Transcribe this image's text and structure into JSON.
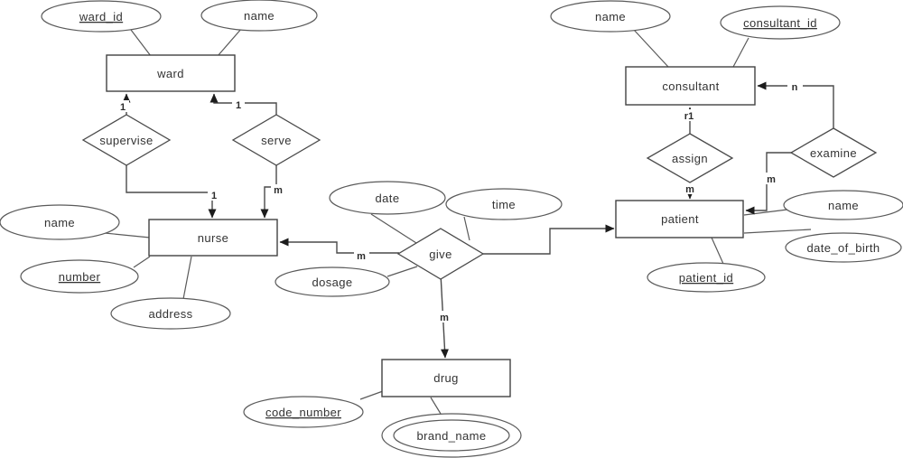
{
  "diagram": {
    "type": "entity-relationship",
    "entities": {
      "ward": "ward",
      "nurse": "nurse",
      "consultant": "consultant",
      "patient": "patient",
      "drug": "drug"
    },
    "relationships": {
      "supervise": "supervise",
      "serve": "serve",
      "give": "give",
      "assign": "assign",
      "examine": "examine"
    },
    "attributes": {
      "ward_id": "ward_id",
      "ward_name": "name",
      "nurse_name": "name",
      "nurse_number": "number",
      "nurse_address": "address",
      "give_date": "date",
      "give_time": "time",
      "give_dosage": "dosage",
      "consultant_name": "name",
      "consultant_id": "consultant_id",
      "patient_name": "name",
      "patient_dob": "date_of_birth",
      "patient_id": "patient_id",
      "drug_code_number": "code_number",
      "drug_brand_name": "brand_name"
    },
    "key_attributes": [
      "ward_id",
      "number",
      "consultant_id",
      "patient_id",
      "code_number"
    ],
    "multivalued_attributes": [
      "brand_name"
    ],
    "cardinalities": {
      "supervise_ward": "1",
      "serve_ward": "1",
      "supervise_nurse": "1",
      "serve_nurse": "m",
      "give_nurse": "m",
      "give_drug": "m",
      "assign_consultant": "r1",
      "assign_patient": "m",
      "examine_consultant": "n",
      "examine_patient": "m"
    },
    "edges": [
      {
        "from": "supervise",
        "to": "ward",
        "label": "1"
      },
      {
        "from": "serve",
        "to": "ward",
        "label": "1"
      },
      {
        "from": "supervise",
        "to": "nurse",
        "label": "1"
      },
      {
        "from": "serve",
        "to": "nurse",
        "label": "m"
      },
      {
        "from": "give",
        "to": "nurse",
        "label": "m"
      },
      {
        "from": "give",
        "to": "patient",
        "label": ""
      },
      {
        "from": "give",
        "to": "drug",
        "label": "m"
      },
      {
        "from": "assign",
        "to": "consultant",
        "label": "r1"
      },
      {
        "from": "assign",
        "to": "patient",
        "label": "m"
      },
      {
        "from": "examine",
        "to": "consultant",
        "label": "n"
      },
      {
        "from": "examine",
        "to": "patient",
        "label": "m"
      }
    ],
    "colors": {
      "line": "#4a4a4a",
      "text": "#333333",
      "background": "#ffffff"
    }
  }
}
